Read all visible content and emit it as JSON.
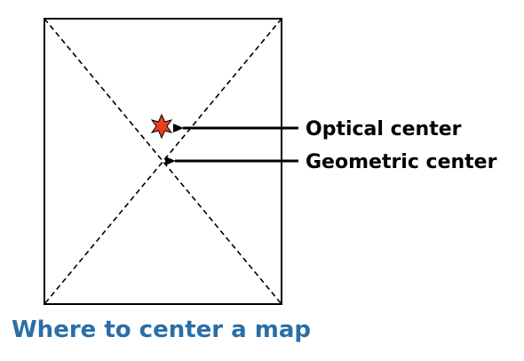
{
  "diagram": {
    "labels": {
      "optical_center": "Optical center",
      "geometric_center": "Geometric center"
    },
    "caption": "Where to center a map"
  },
  "colors": {
    "caption": "#2a6ea6",
    "star_fill": "#e8401c",
    "stroke": "#000000"
  },
  "icons": {
    "optical_marker": "starburst-icon"
  }
}
